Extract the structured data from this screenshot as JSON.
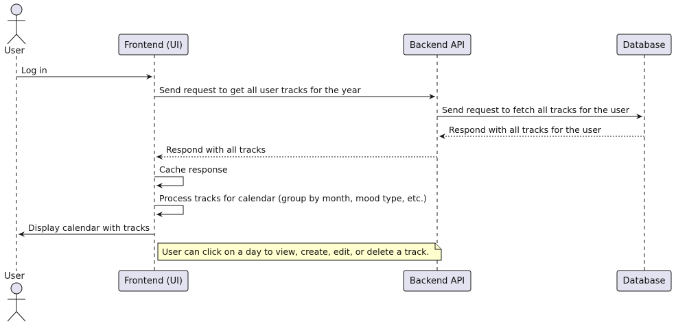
{
  "participants": [
    {
      "id": "user",
      "label": "User",
      "kind": "actor"
    },
    {
      "id": "frontend",
      "label": "Frontend (UI)",
      "kind": "participant"
    },
    {
      "id": "backend",
      "label": "Backend API",
      "kind": "participant"
    },
    {
      "id": "database",
      "label": "Database",
      "kind": "participant"
    }
  ],
  "messages": [
    {
      "from": "user",
      "to": "frontend",
      "label": "Log in",
      "style": "solid"
    },
    {
      "from": "frontend",
      "to": "backend",
      "label": "Send request to get all user tracks for the year",
      "style": "solid"
    },
    {
      "from": "backend",
      "to": "database",
      "label": "Send request to fetch all tracks for the user",
      "style": "solid"
    },
    {
      "from": "database",
      "to": "backend",
      "label": "Respond with all tracks for the user",
      "style": "dotted"
    },
    {
      "from": "backend",
      "to": "frontend",
      "label": "Respond with all tracks",
      "style": "dotted"
    },
    {
      "from": "frontend",
      "to": "frontend",
      "label": "Cache response",
      "style": "self"
    },
    {
      "from": "frontend",
      "to": "frontend",
      "label": "Process tracks for calendar (group by month, mood type, etc.)",
      "style": "self"
    },
    {
      "from": "frontend",
      "to": "user",
      "label": "Display calendar with tracks",
      "style": "solid"
    }
  ],
  "note": {
    "text": "User can click on a day to view, create, edit, or delete a track.",
    "over": "frontend"
  },
  "colors": {
    "participant_fill": "#e2e2f0",
    "participant_border": "#181818",
    "note_fill": "#fefece",
    "note_border": "#181818",
    "line": "#181818",
    "lifeline": "#181818"
  }
}
